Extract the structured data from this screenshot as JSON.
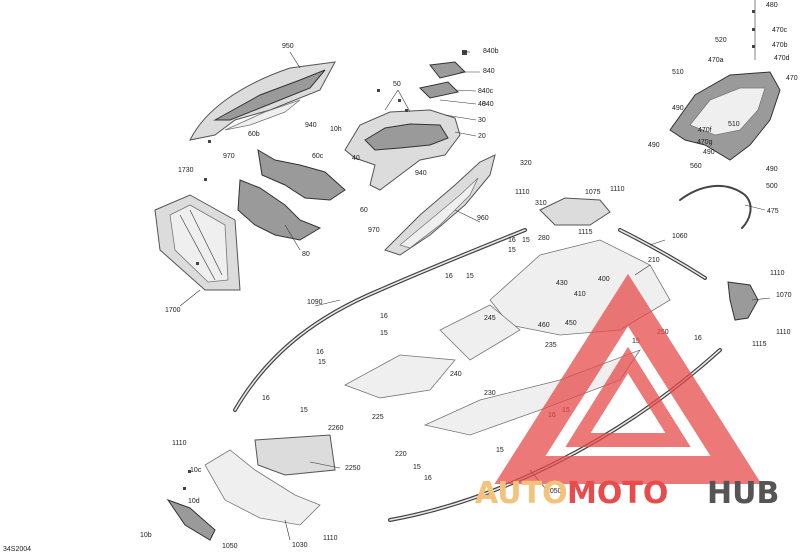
{
  "diagram_code": "34S2004",
  "callouts": [
    "950",
    "840b",
    "840",
    "840c",
    "840",
    "50",
    "40",
    "30",
    "10h",
    "20",
    "60b",
    "60c",
    "40",
    "1730",
    "970",
    "940",
    "60",
    "80",
    "1700",
    "940",
    "960",
    "970",
    "320",
    "310",
    "1110",
    "1075",
    "1110",
    "1115",
    "280",
    "1060",
    "210",
    "16",
    "15",
    "15",
    "16",
    "15",
    "430",
    "400",
    "410",
    "460",
    "450",
    "250",
    "245",
    "1090",
    "16",
    "15",
    "16",
    "15",
    "240",
    "235",
    "225",
    "15",
    "16",
    "15",
    "16",
    "230",
    "16",
    "15",
    "1110",
    "1070",
    "1110",
    "1115",
    "2260",
    "2250",
    "1110",
    "10c",
    "10d",
    "220",
    "15",
    "16",
    "15",
    "1050",
    "10b",
    "1050",
    "1030",
    "1110",
    "480",
    "520",
    "470c",
    "470b",
    "470d",
    "470a",
    "470",
    "510",
    "490",
    "510",
    "470f",
    "470g",
    "490",
    "490",
    "560",
    "490",
    "500",
    "475"
  ],
  "watermark": {
    "part1": "AUTO",
    "part2": "MOTO",
    "part3": "HUB",
    "color_auto": "#f5c27a",
    "color_moto": "#e84b4b",
    "color_hub": "#555555"
  }
}
